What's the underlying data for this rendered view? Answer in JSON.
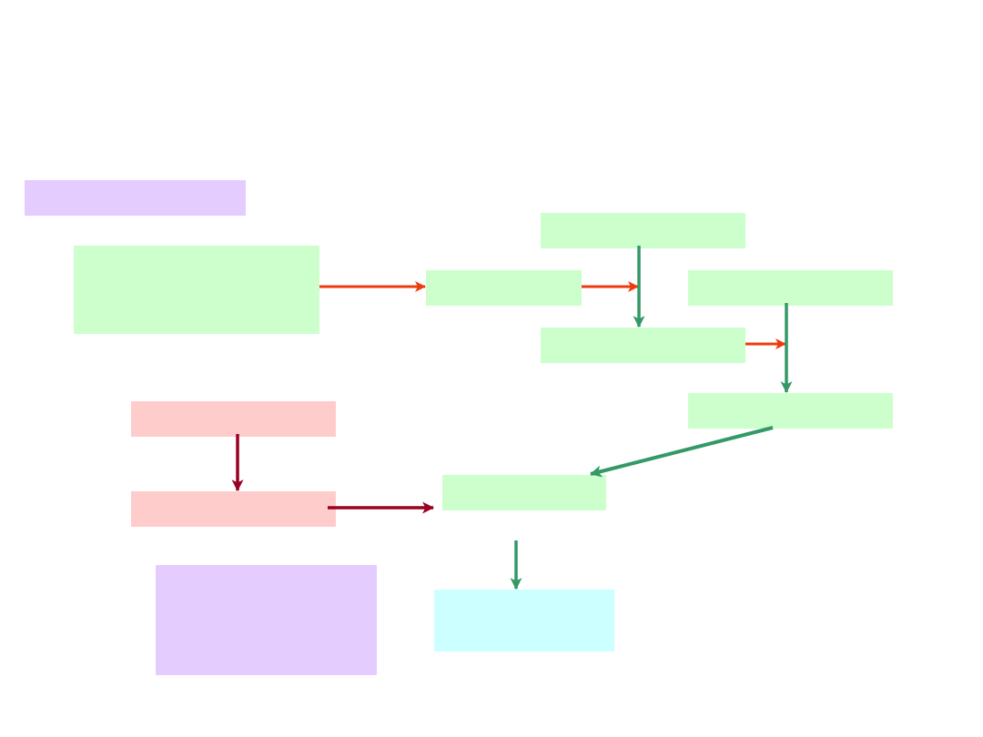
{
  "colors": {
    "purple": "#e5ccff",
    "green": "#ccffcc",
    "pink": "#ffcccc",
    "cyan": "#ccffff",
    "arrow_orange": "#ee3b0e",
    "arrow_green": "#339966",
    "arrow_maroon": "#990022"
  },
  "diagram": {
    "nodes": [
      {
        "id": "purple-top-label",
        "label": ""
      },
      {
        "id": "green-source",
        "label": ""
      },
      {
        "id": "green-middle",
        "label": ""
      },
      {
        "id": "green-top-right",
        "label": ""
      },
      {
        "id": "green-right",
        "label": ""
      },
      {
        "id": "green-center",
        "label": ""
      },
      {
        "id": "green-lower-right",
        "label": ""
      },
      {
        "id": "pink-top",
        "label": ""
      },
      {
        "id": "pink-bottom",
        "label": ""
      },
      {
        "id": "green-merge",
        "label": ""
      },
      {
        "id": "cyan-result",
        "label": ""
      },
      {
        "id": "purple-bottom",
        "label": ""
      }
    ],
    "edges": [
      {
        "from": "green-source",
        "to": "green-middle"
      },
      {
        "from": "green-middle",
        "to": "green-top-right"
      },
      {
        "from": "green-top-right",
        "to": "green-center"
      },
      {
        "from": "green-center",
        "to": "green-right"
      },
      {
        "from": "green-right",
        "to": "green-lower-right"
      },
      {
        "from": "green-lower-right",
        "to": "green-merge"
      },
      {
        "from": "pink-top",
        "to": "pink-bottom"
      },
      {
        "from": "pink-bottom",
        "to": "green-merge"
      },
      {
        "from": "green-merge",
        "to": "cyan-result"
      }
    ]
  }
}
